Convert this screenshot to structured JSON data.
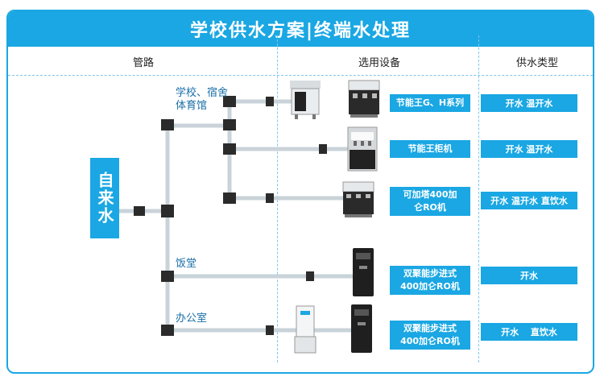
{
  "title": "学校供水方案|终端水处理",
  "columns": {
    "pipes": "管路",
    "equipment": "选用设备",
    "water_type": "供水类型"
  },
  "source": "自来水",
  "branches": {
    "school": "学校、宿舍\n体育馆",
    "canteen": "饭堂",
    "office": "办公室"
  },
  "rows": [
    {
      "equipment": "节能王G、H系列",
      "water_type": "开水 温开水"
    },
    {
      "equipment": "节能王柜机",
      "water_type": "开水 温开水"
    },
    {
      "equipment": "可加塔400加\n仑RO机",
      "water_type": "开水 温开水 直饮水"
    },
    {
      "equipment": "双聚能步进式\n400加仑RO机",
      "water_type": "开水"
    },
    {
      "equipment": "双聚能步进式\n400加仑RO机",
      "water_type": "开水　 直饮水"
    }
  ],
  "colors": {
    "accent": "#1aa7e3",
    "pipe": "#c9d3d9",
    "joint": "#2b2b2b"
  }
}
